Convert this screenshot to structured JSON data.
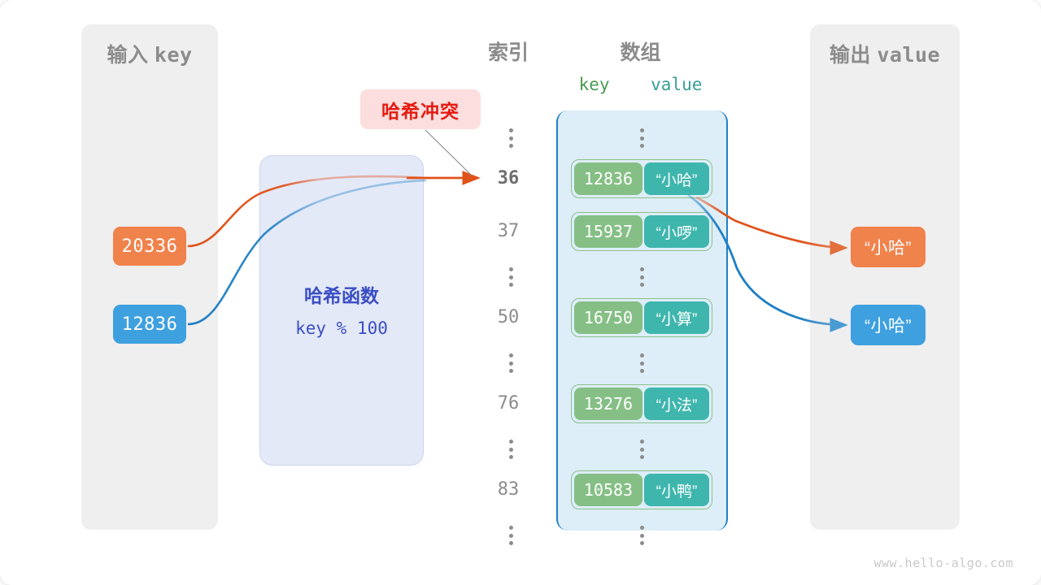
{
  "diagram": {
    "watermark": "www.hello-algo.com",
    "colors": {
      "input_key_0": "#f0824c",
      "input_key_1": "#3fa0df",
      "output_value_0": "#f0824c",
      "output_value_1": "#3fa0df",
      "cell_key": "#85bf85",
      "cell_value": "#3fb6ad",
      "array_container": "#ddeef9",
      "array_border": "#1f7fc4",
      "hash_box": "#e4e9f8",
      "hash_text": "#3b4fc4",
      "collision_text": "#e41b12",
      "collision_bg": "#fbdedd",
      "panel_bg": "#efefef",
      "label_gray": "#8c8c8c"
    }
  },
  "panels": {
    "input": {
      "title_cn": "输入",
      "title_code": "key"
    },
    "output": {
      "title_cn": "输出",
      "title_code": "value"
    }
  },
  "headings": {
    "index": "索引",
    "array": "数组",
    "key_legend": "key",
    "value_legend": "value"
  },
  "hash_function": {
    "title": "哈希函数",
    "formula": "key % 100"
  },
  "collision": {
    "label": "哈希冲突"
  },
  "inputs": [
    {
      "value": "20336",
      "color": "orange"
    },
    {
      "value": "12836",
      "color": "blue"
    }
  ],
  "outputs": [
    {
      "value": "“小哈”",
      "color": "orange"
    },
    {
      "value": "“小哈”",
      "color": "blue"
    }
  ],
  "table": {
    "rows": [
      {
        "type": "ellipsis"
      },
      {
        "type": "entry",
        "index": "36",
        "key": "12836",
        "value": "“小哈”",
        "highlight": true
      },
      {
        "type": "entry",
        "index": "37",
        "key": "15937",
        "value": "“小啰”",
        "highlight": false
      },
      {
        "type": "ellipsis"
      },
      {
        "type": "entry",
        "index": "50",
        "key": "16750",
        "value": "“小算”",
        "highlight": false
      },
      {
        "type": "ellipsis"
      },
      {
        "type": "entry",
        "index": "76",
        "key": "13276",
        "value": "“小法”",
        "highlight": false
      },
      {
        "type": "ellipsis"
      },
      {
        "type": "entry",
        "index": "83",
        "key": "10583",
        "value": "“小鸭”",
        "highlight": false
      },
      {
        "type": "ellipsis"
      }
    ]
  }
}
